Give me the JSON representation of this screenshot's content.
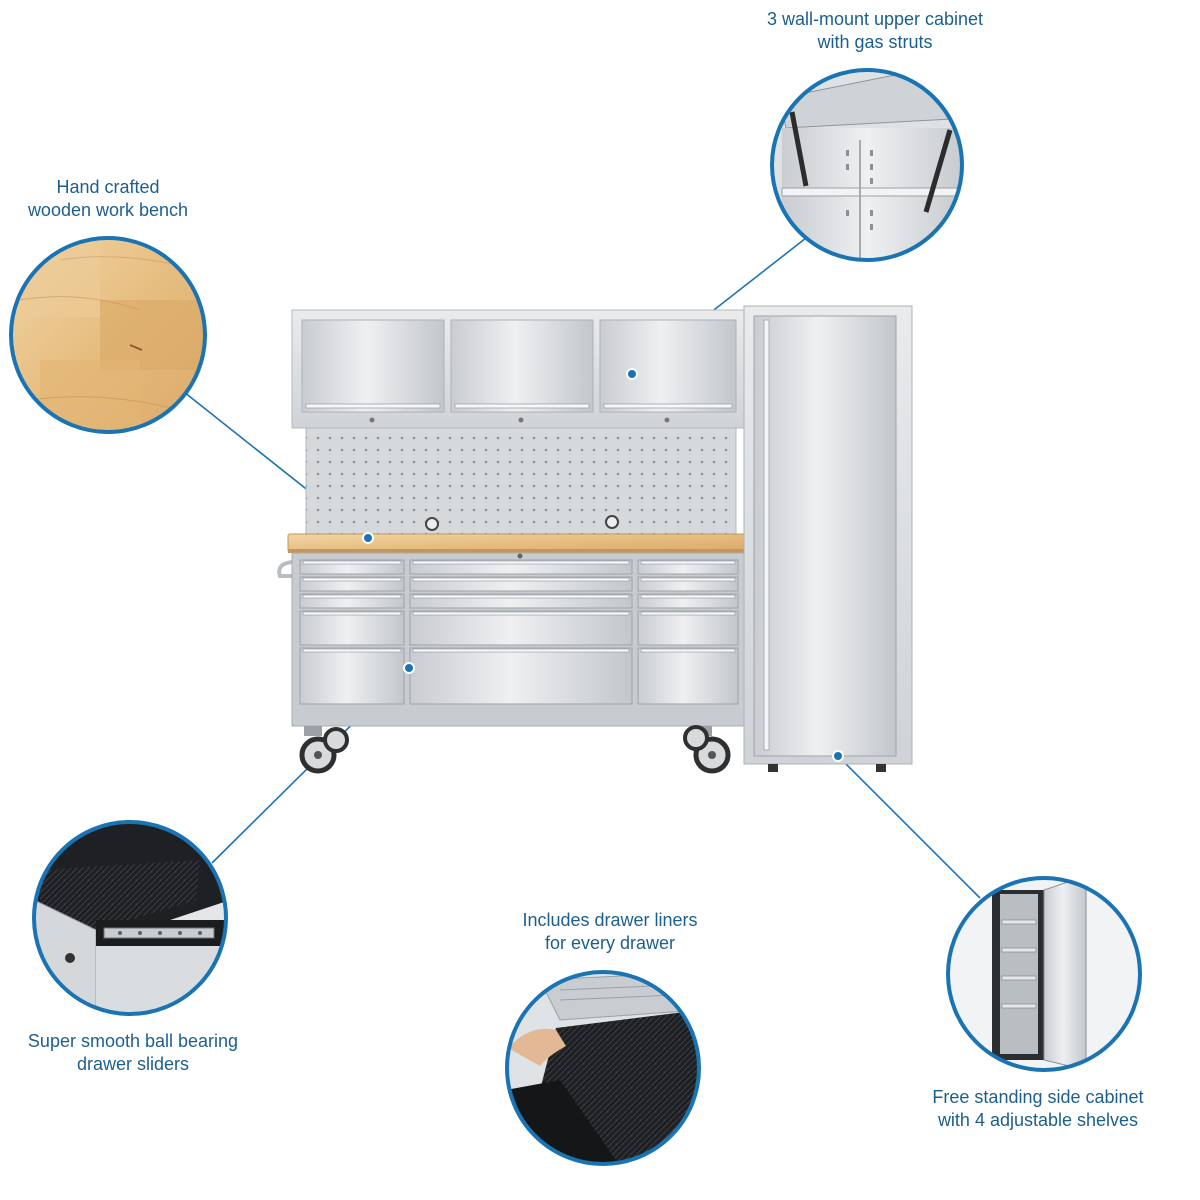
{
  "colors": {
    "accent": "#1a74b3",
    "caption_text": "#1c5f8d",
    "steel": "#d9dcdf",
    "wood": "#e8c48c"
  },
  "callouts": {
    "upper_cabinet": {
      "line1": "3 wall-mount upper cabinet",
      "line2": "with gas struts"
    },
    "work_bench": {
      "line1": "Hand crafted",
      "line2": "wooden work bench"
    },
    "drawer_sliders": {
      "line1": "Super smooth ball bearing",
      "line2": "drawer sliders"
    },
    "drawer_liners": {
      "line1": "Includes drawer liners",
      "line2": "for every drawer"
    },
    "side_cabinet": {
      "line1": "Free standing side cabinet",
      "line2": "with 4 adjustable shelves"
    }
  }
}
